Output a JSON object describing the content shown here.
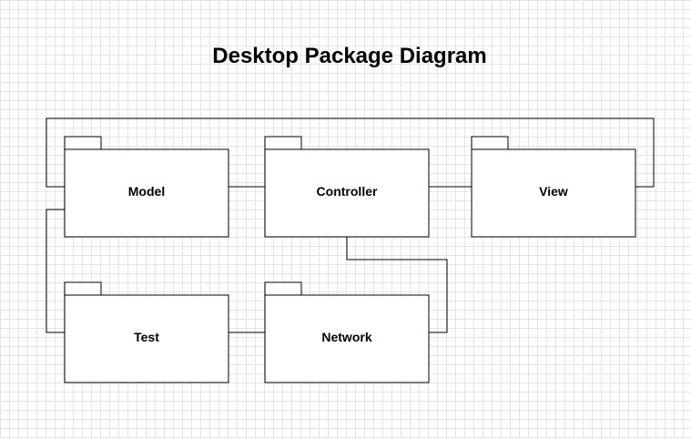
{
  "diagram": {
    "title": "Desktop Package Diagram",
    "packages": {
      "model": "Model",
      "controller": "Controller",
      "view": "View",
      "test": "Test",
      "network": "Network"
    }
  }
}
